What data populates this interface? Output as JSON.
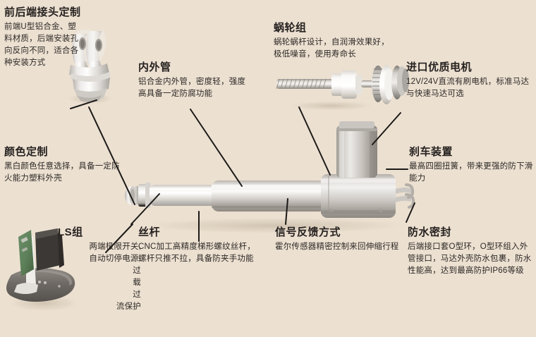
{
  "page": {
    "background_color": "#ece0d1",
    "text_color": "#262220",
    "leader_line_color": "#1c1a18",
    "product": "linear-actuator-exploded-feature-diagram"
  },
  "callouts": {
    "connector": {
      "title": "前后端接头定制",
      "desc": "前端U型铝合金、塑料材质，后端安装孔向反向不同，适合各种安装方式"
    },
    "tube": {
      "title": "内外管",
      "desc": "铝合金内外管，密度轻，强度高具备一定防腐功能"
    },
    "worm": {
      "title": "蜗轮组",
      "desc": "蜗轮蜗杆设计，自润滑效果好，极低噪音，使用寿命长"
    },
    "motor": {
      "title": "进口优质电机",
      "desc": "12V/24V直流有刷电机，标准马达与快速马达可选"
    },
    "color": {
      "title": "颜色定制",
      "desc": "黑白颜色任意选择，具备一定防火能力塑料外壳"
    },
    "brake": {
      "title": "刹车装置",
      "desc": "最高四圈扭簧，带来更强的防下滑能力"
    },
    "ls": {
      "title": "LS组",
      "desc_line1": "两端极限开关,",
      "desc_line2": "自动切停电源,",
      "desc_line3": "过",
      "desc_line4": "载",
      "desc_line5": "过",
      "desc_line6": "流保护"
    },
    "screw": {
      "title": "丝杆",
      "desc": "CNC加工高精度梯形螺纹丝杆，螺杆只推不拉，具备防夹手功能"
    },
    "signal": {
      "title": "信号反馈方式",
      "desc": "霍尔传感器精密控制来回伸缩行程"
    },
    "waterproof": {
      "title": "防水密封",
      "desc": "后端接口套O型环，O型环组入外管接口，马达外壳防水包裹，防水性能高，达到最高防护IP66等级"
    }
  },
  "images": {
    "clevis": "front-u-clevis-photo",
    "worm_assembly": "worm-gear-screw-assembly-photo",
    "actuator_body": "linear-actuator-body-photo",
    "limit_switch": "limit-switch-pcb-photo"
  }
}
